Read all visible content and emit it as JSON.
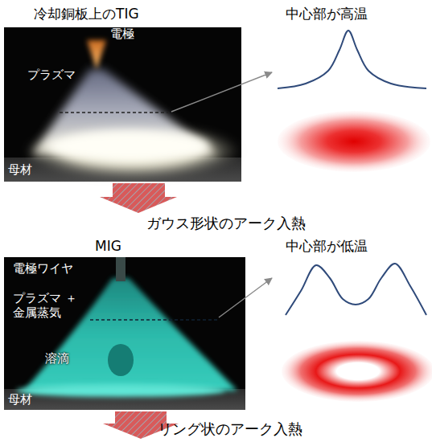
{
  "diagram": {
    "labels": [
      "冷却銅板上のTIG",
      "中心部が高温",
      "電極",
      "プラズマ",
      "母材",
      "ガウス形状のアーク入熱",
      "MIG",
      "中心部が低温",
      "電極ワイヤ",
      "プラズマ ＋金属蒸気",
      "溶滴",
      "母材",
      "リング状のアーク入熱"
    ]
  }
}
